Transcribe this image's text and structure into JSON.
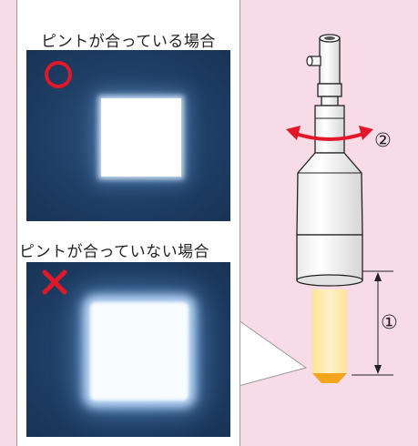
{
  "captions": {
    "in_focus": "ピントが合っている場合",
    "out_of_focus": "ピントが合っていない場合"
  },
  "marks": {
    "in_focus": "○",
    "out_of_focus": "×"
  },
  "labels": {
    "distance": "①",
    "rotation": "②"
  },
  "colors": {
    "background": "#f7dce8",
    "mark_red": "#e0182a",
    "photo_blue": "#1f3f66",
    "light_beam": "#ffe9a0"
  }
}
